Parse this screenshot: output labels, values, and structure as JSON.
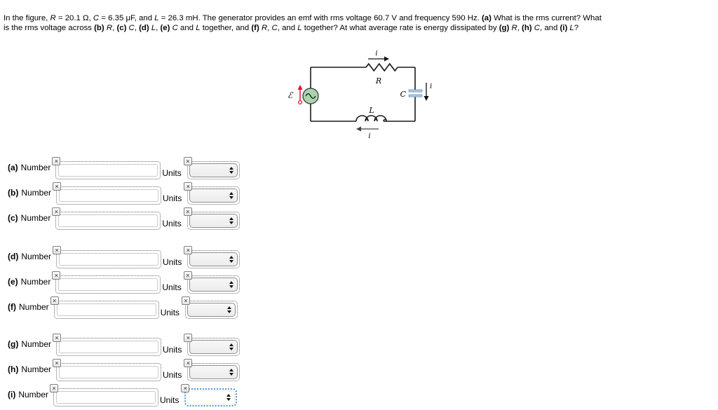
{
  "problem": {
    "line1": [
      {
        "t": "In the figure, ",
        "s": "n"
      },
      {
        "t": "R",
        "s": "i"
      },
      {
        "t": " = 20.1 Ω, ",
        "s": "n"
      },
      {
        "t": "C",
        "s": "i"
      },
      {
        "t": " = 6.35 μF, and ",
        "s": "n"
      },
      {
        "t": "L",
        "s": "i"
      },
      {
        "t": " = 26.3 mH. The generator provides an emf with rms voltage 60.7 V and frequency 590 Hz. ",
        "s": "n"
      },
      {
        "t": "(a)",
        "s": "b"
      },
      {
        "t": " What is the rms current? What",
        "s": "n"
      }
    ],
    "line2": [
      {
        "t": "is the rms voltage across ",
        "s": "n"
      },
      {
        "t": "(b)",
        "s": "b"
      },
      {
        "t": " ",
        "s": "n"
      },
      {
        "t": "R",
        "s": "i"
      },
      {
        "t": ", ",
        "s": "n"
      },
      {
        "t": "(c)",
        "s": "b"
      },
      {
        "t": " ",
        "s": "n"
      },
      {
        "t": "C",
        "s": "i"
      },
      {
        "t": ", ",
        "s": "n"
      },
      {
        "t": "(d)",
        "s": "b"
      },
      {
        "t": " ",
        "s": "n"
      },
      {
        "t": "L",
        "s": "i"
      },
      {
        "t": ", ",
        "s": "n"
      },
      {
        "t": "(e)",
        "s": "b"
      },
      {
        "t": " ",
        "s": "n"
      },
      {
        "t": "C",
        "s": "i"
      },
      {
        "t": " and ",
        "s": "n"
      },
      {
        "t": "L",
        "s": "i"
      },
      {
        "t": " together, and ",
        "s": "n"
      },
      {
        "t": "(f)",
        "s": "b"
      },
      {
        "t": " ",
        "s": "n"
      },
      {
        "t": "R",
        "s": "i"
      },
      {
        "t": ", ",
        "s": "n"
      },
      {
        "t": "C",
        "s": "i"
      },
      {
        "t": ", and ",
        "s": "n"
      },
      {
        "t": "L",
        "s": "i"
      },
      {
        "t": " together? At what average rate is energy dissipated by ",
        "s": "n"
      },
      {
        "t": "(g)",
        "s": "b"
      },
      {
        "t": " ",
        "s": "n"
      },
      {
        "t": "R",
        "s": "i"
      },
      {
        "t": ", ",
        "s": "n"
      },
      {
        "t": "(h)",
        "s": "b"
      },
      {
        "t": " ",
        "s": "n"
      },
      {
        "t": "C",
        "s": "i"
      },
      {
        "t": ", and ",
        "s": "n"
      },
      {
        "t": "(i)",
        "s": "b"
      },
      {
        "t": " ",
        "s": "n"
      },
      {
        "t": "L",
        "s": "i"
      },
      {
        "t": "?",
        "s": "n"
      }
    ]
  },
  "circuit": {
    "labels": {
      "resistor": "R",
      "inductor": "L",
      "capacitor": "C",
      "current": "i",
      "emf": "ℰ"
    },
    "colors": {
      "generator_fill": "#abd3ad",
      "capacitor_plate": "#a9c6e2",
      "emf_arrow": "#e8112d",
      "wire": "#1a1a1a"
    }
  },
  "answers": {
    "number_label": "Number",
    "units_label": "Units",
    "clear_icon": "×",
    "focus_color": "#4f94d9",
    "rows": [
      {
        "id": "a",
        "marker": "(a)",
        "number_value": "",
        "units_value": "",
        "focused": false
      },
      {
        "id": "b",
        "marker": "(b)",
        "number_value": "",
        "units_value": "",
        "focused": false
      },
      {
        "id": "c",
        "marker": "(c)",
        "number_value": "",
        "units_value": "",
        "focused": false
      },
      {
        "id": "d",
        "marker": "(d)",
        "number_value": "",
        "units_value": "",
        "focused": false
      },
      {
        "id": "e",
        "marker": "(e)",
        "number_value": "",
        "units_value": "",
        "focused": false
      },
      {
        "id": "f",
        "marker": "(f)",
        "number_value": "",
        "units_value": "",
        "focused": false
      },
      {
        "id": "g",
        "marker": "(g)",
        "number_value": "",
        "units_value": "",
        "focused": false
      },
      {
        "id": "h",
        "marker": "(h)",
        "number_value": "",
        "units_value": "",
        "focused": false
      },
      {
        "id": "i",
        "marker": "(i)",
        "number_value": "",
        "units_value": "",
        "focused": true
      }
    ]
  }
}
